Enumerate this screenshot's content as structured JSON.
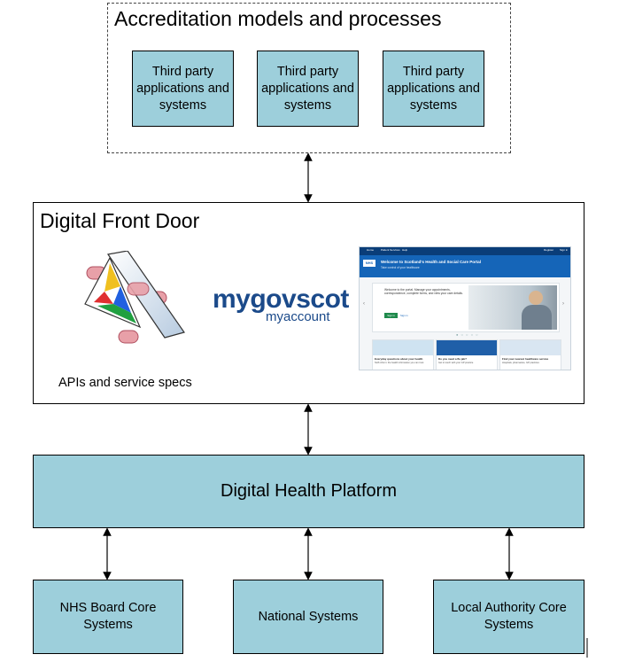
{
  "accreditation": {
    "title": "Accreditation models and processes",
    "third_party_boxes": [
      "Third party applications and systems",
      "Third party applications and systems",
      "Third party applications and systems"
    ]
  },
  "digital_front_door": {
    "title": "Digital Front Door",
    "apis_label": "APIs and service specs",
    "mygovscot_logo": {
      "wordmark": "mygovscot",
      "subtitle": "myaccount"
    },
    "portal_screenshot": {
      "nhs_logo": "NHS",
      "nav_items": [
        "Home",
        "Patient Services",
        "Help"
      ],
      "nav_right": [
        "Register",
        "Sign in"
      ],
      "header_title": "Welcome to Scotland's Health and Social Care Portal",
      "header_subtitle": "Take control of your healthcare",
      "banner_text": "Welcome to the portal. Manage your appointments, correspondence, complete forms, and view your care details.",
      "banner_button": "Sign in",
      "banner_link": "Sign in",
      "cards": [
        {
          "title": "Everyday questions about your health",
          "subtitle": "NHS inform: the health information you can trust"
        },
        {
          "title": "Do you need a flu jab?",
          "subtitle": "Get in touch with your GP practice"
        },
        {
          "title": "Find your nearest healthcare service",
          "subtitle": "Hospitals, pharmacies, GP practices"
        }
      ]
    }
  },
  "digital_health_platform": {
    "label": "Digital Health Platform"
  },
  "core_systems": [
    "NHS Board Core Systems",
    "National Systems",
    "Local Authority Core Systems"
  ],
  "colors": {
    "box_fill": "#9dcfdb",
    "mygovscot_blue": "#1b4a8a",
    "portal_blue": "#1565b8"
  }
}
